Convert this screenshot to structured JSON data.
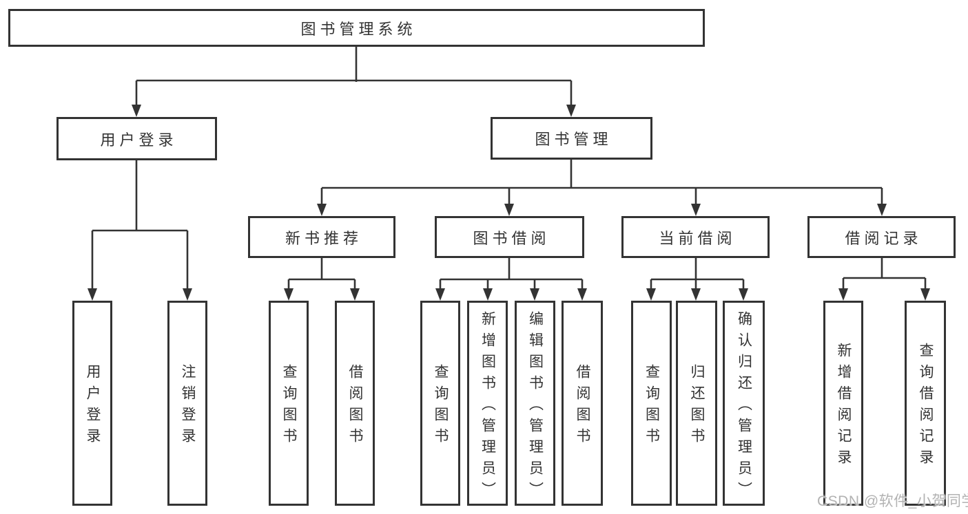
{
  "root": {
    "label": "图书管理系统"
  },
  "level2": {
    "user_login": {
      "label": "用户登录"
    },
    "book_management": {
      "label": "图书管理"
    }
  },
  "level3": {
    "new_book_recommend": {
      "label": "新书推荐"
    },
    "book_borrow": {
      "label": "图书借阅"
    },
    "current_borrow": {
      "label": "当前借阅"
    },
    "borrow_records": {
      "label": "借阅记录"
    }
  },
  "leaves": {
    "user_login": [
      "用户登录",
      "注销登录"
    ],
    "new_book_recommend": [
      "查询图书",
      "借阅图书"
    ],
    "book_borrow": [
      "查询图书",
      "新增图书（管理员）",
      "编辑图书（管理员）",
      "借阅图书"
    ],
    "current_borrow": [
      "查询图书",
      "归还图书",
      "确认归还（管理员）"
    ],
    "borrow_records": [
      "新增借阅记录",
      "查询借阅记录"
    ]
  },
  "watermark": {
    "text": "CSDN @软件_小贺同学",
    "color": "#b2b2b2"
  },
  "colors": {
    "background": "#ffffff",
    "line": "#333333",
    "text": "#333333"
  }
}
